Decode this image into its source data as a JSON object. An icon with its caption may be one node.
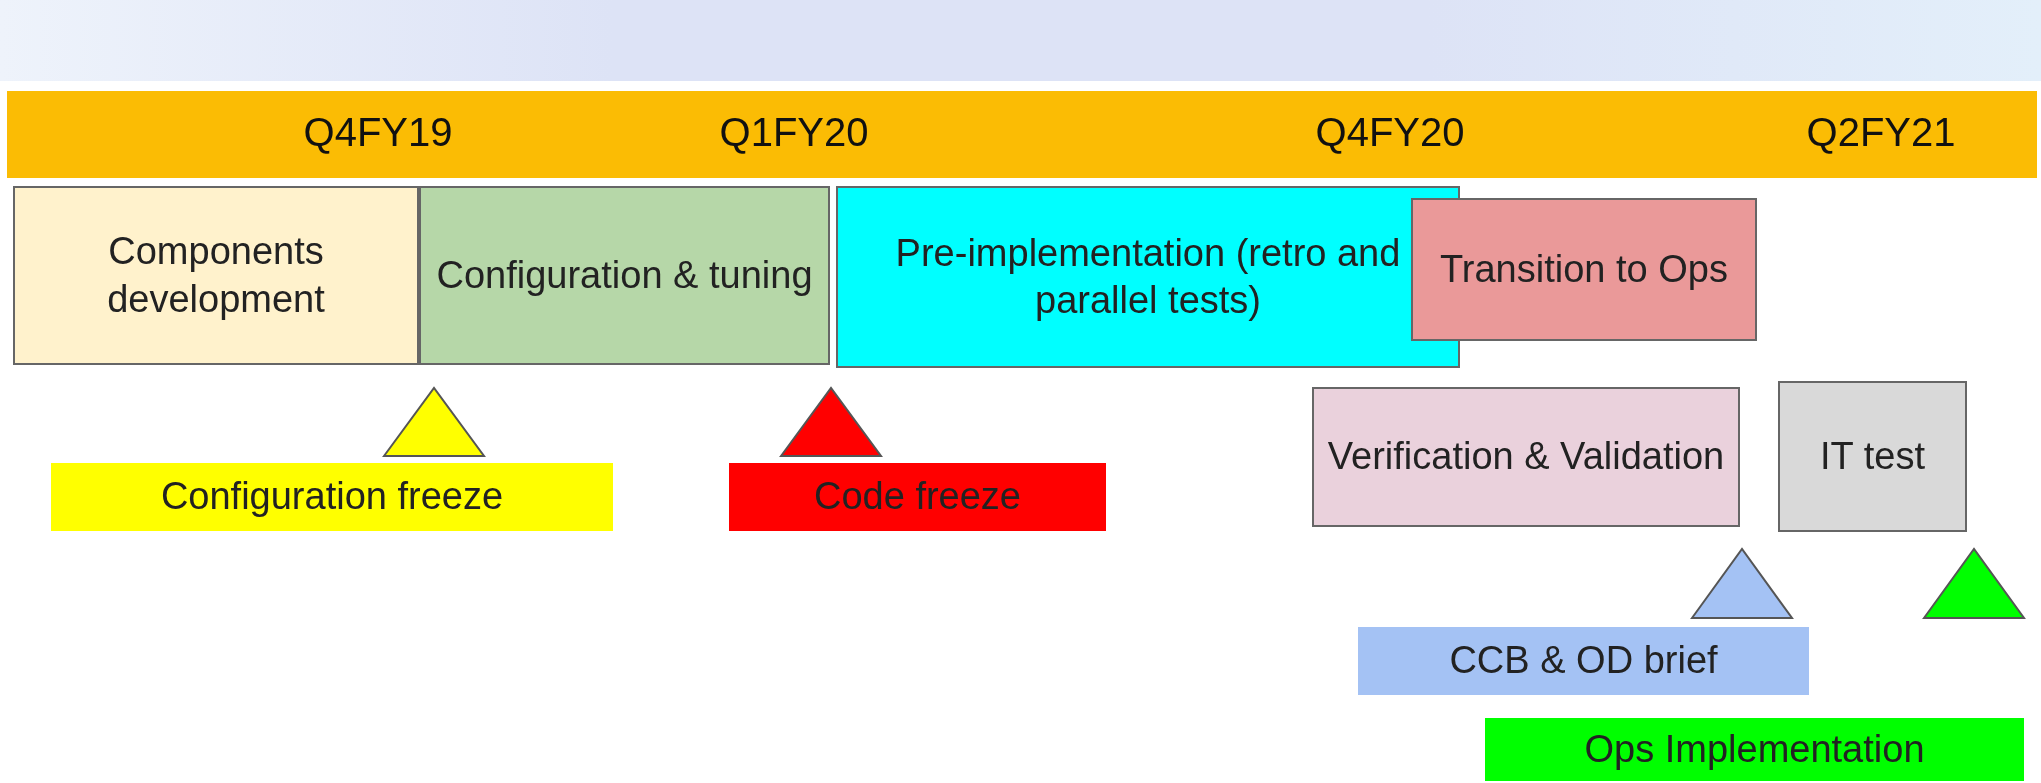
{
  "diagram": {
    "nodes": [
      {
        "text": [
          "Components development"
        ]
      },
      {
        "text": [
          "Configuration & tuning"
        ]
      },
      {
        "text": [
          "Pre-implementation (retro and parallel tests)"
        ]
      },
      {
        "text": [
          "Transition to Ops"
        ]
      },
      {
        "text": [
          "Configuration freeze"
        ]
      },
      {
        "text": [
          "Code freeze"
        ]
      },
      {
        "text": [
          "Verification & Validation"
        ]
      },
      {
        "text": [
          "IT test"
        ]
      },
      {
        "text": [
          "CCB & OD brief"
        ]
      },
      {
        "text": [
          "Ops Implementation"
        ]
      }
    ],
    "edges": [],
    "labels": [
      "Q4FY19",
      "Q1FY20",
      "Q4FY20",
      "Q2FY21"
    ]
  }
}
